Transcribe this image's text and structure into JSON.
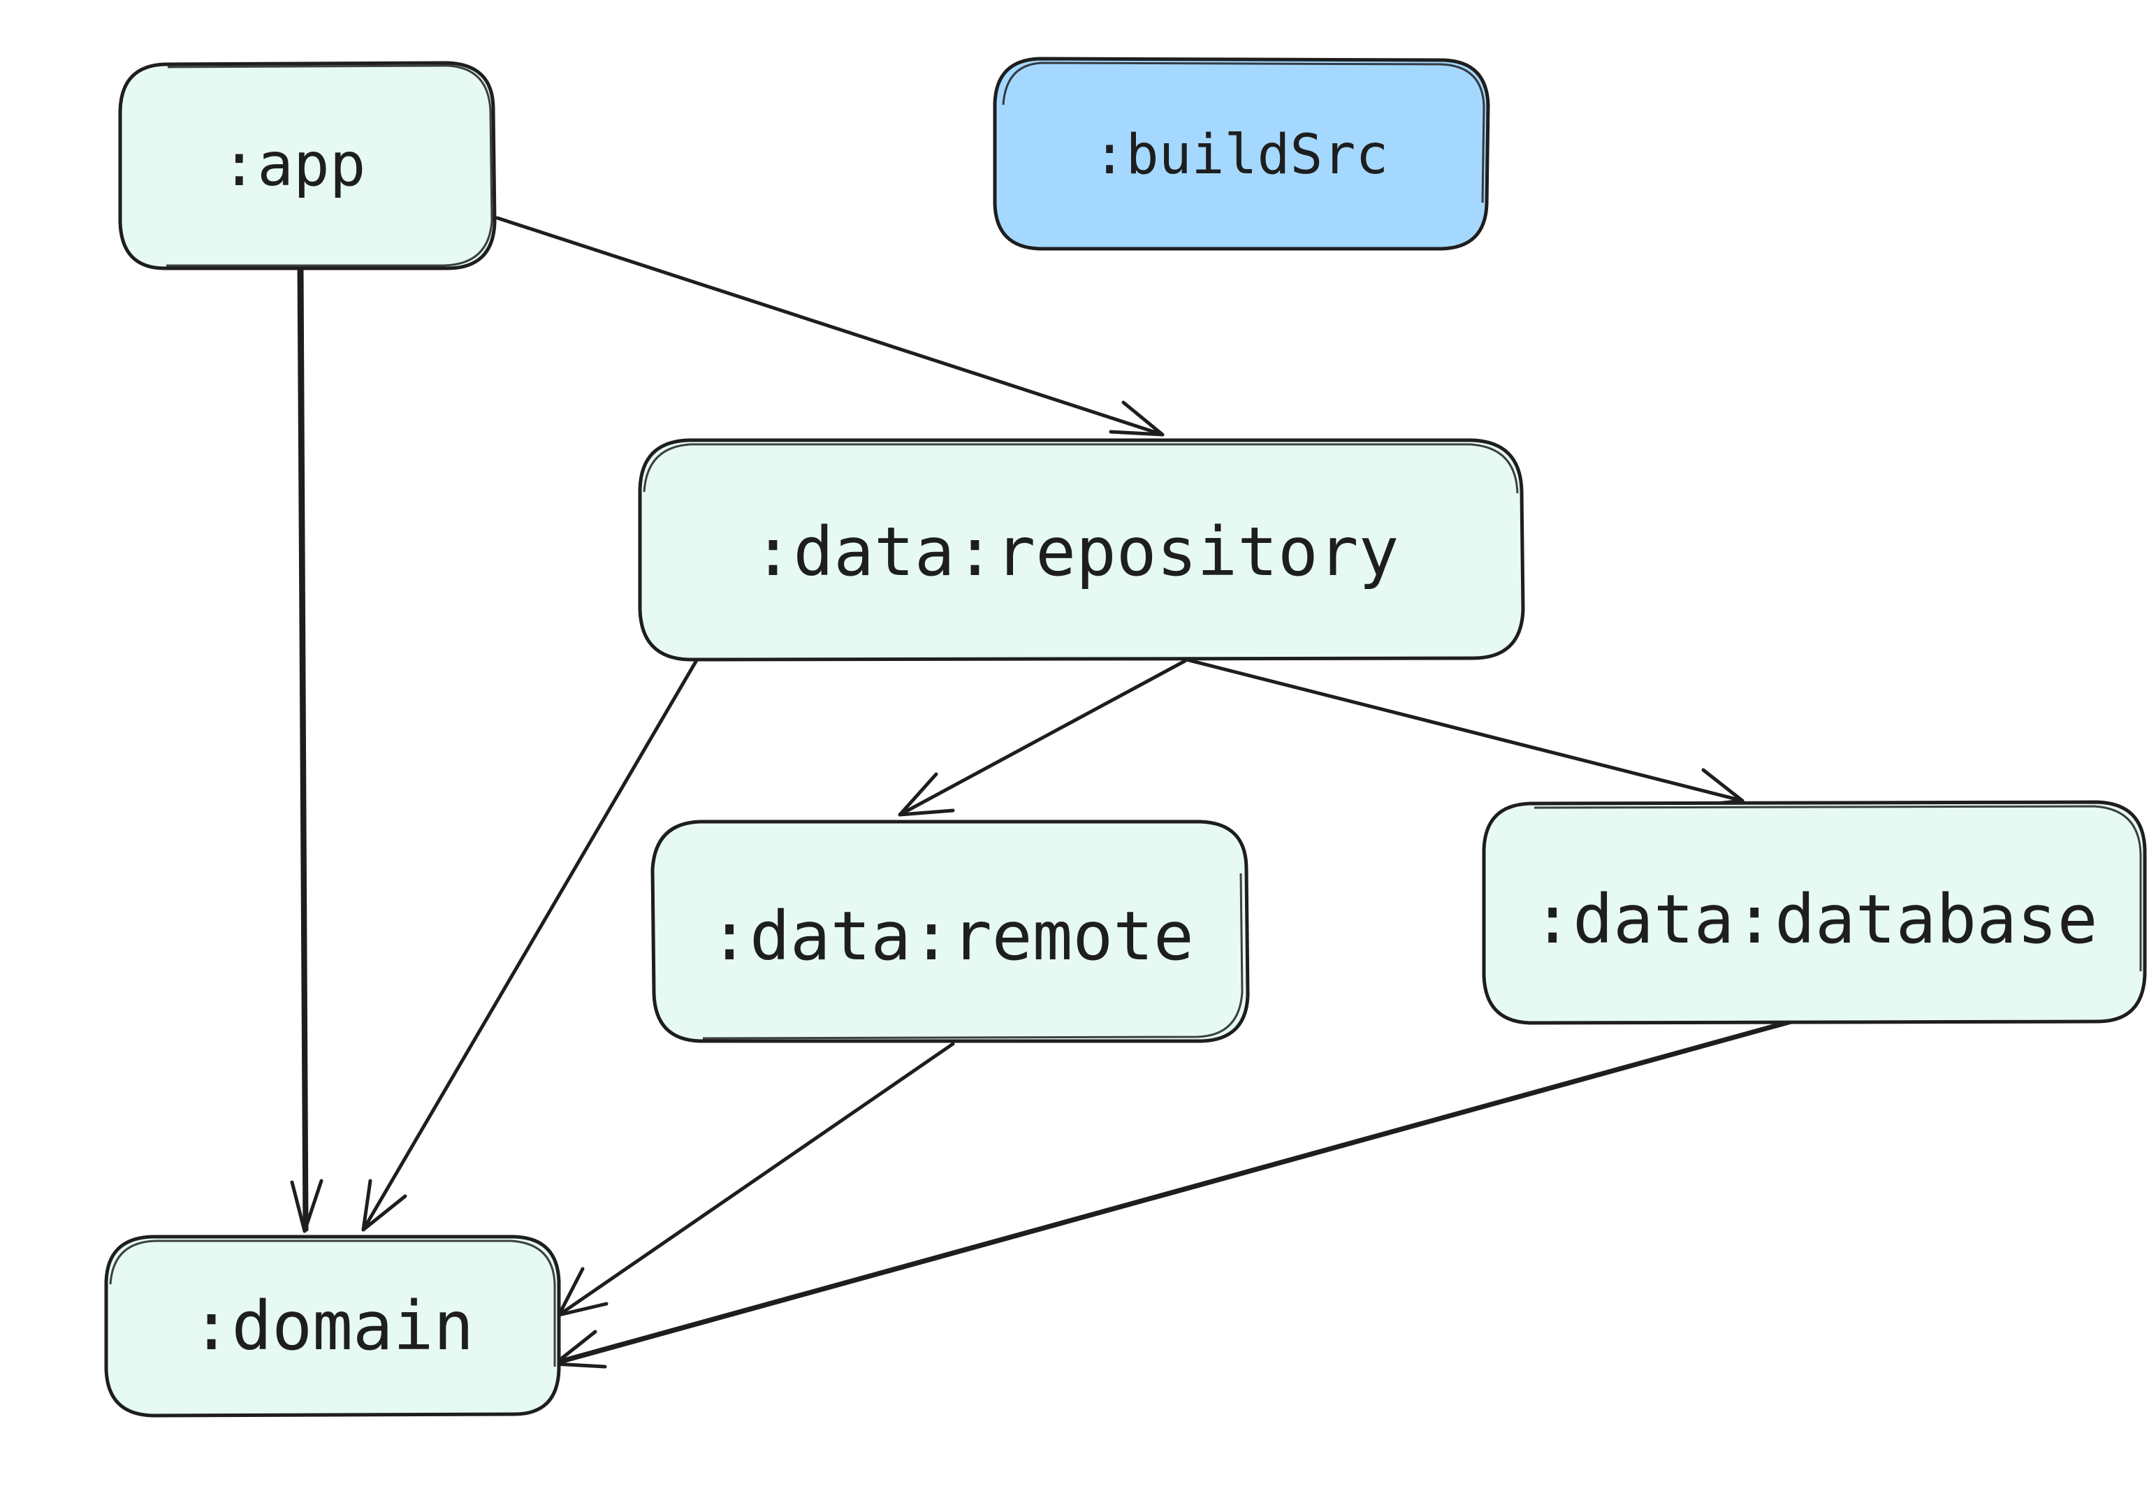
{
  "colors": {
    "node_fill": "#e6faf3",
    "highlight_fill": "#a5d8ff",
    "stroke": "#1e1e1e",
    "background": "#ffffff"
  },
  "nodes": {
    "app": {
      "label": ":app"
    },
    "buildSrc": {
      "label": ":buildSrc"
    },
    "repository": {
      "label": ":data:repository"
    },
    "remote": {
      "label": ":data:remote"
    },
    "database": {
      "label": ":data:database"
    },
    "domain": {
      "label": ":domain"
    }
  },
  "edges": [
    {
      "from": "app",
      "to": "domain"
    },
    {
      "from": "app",
      "to": "repository"
    },
    {
      "from": "repository",
      "to": "domain"
    },
    {
      "from": "repository",
      "to": "remote"
    },
    {
      "from": "repository",
      "to": "database"
    },
    {
      "from": "remote",
      "to": "domain"
    },
    {
      "from": "database",
      "to": "domain"
    }
  ]
}
